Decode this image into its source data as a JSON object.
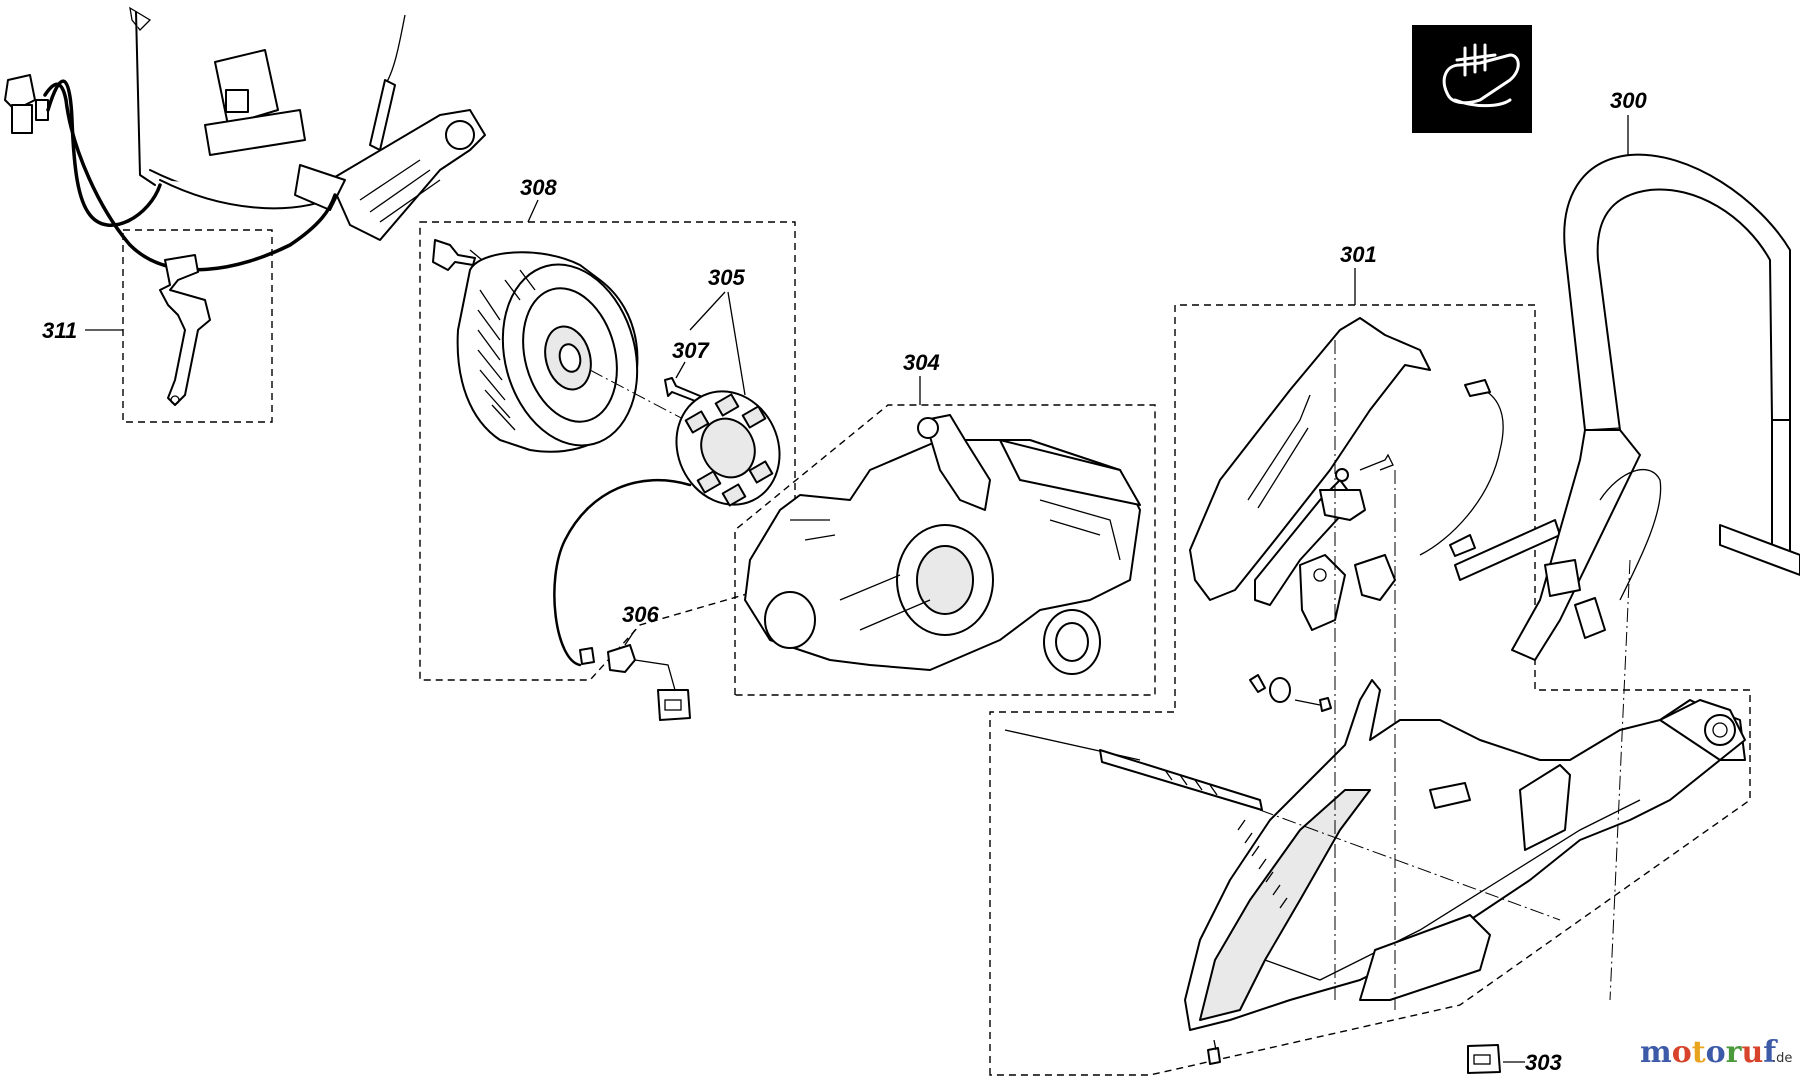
{
  "callouts": {
    "p300": "300",
    "p301": "301",
    "p303": "303",
    "p304": "304",
    "p305": "305",
    "p306": "306",
    "p307": "307",
    "p308": "308",
    "p311": "311"
  },
  "brand": {
    "letters": [
      "m",
      "o",
      "t",
      "o",
      "r",
      "u",
      "f"
    ],
    "letter_colors": [
      "#3d5aa8",
      "#d8442b",
      "#e8a41d",
      "#3d5aa8",
      "#4a9a3c",
      "#d8442b",
      "#3d5aa8"
    ],
    "tld": ".de"
  },
  "icon": {
    "name": "gloves-required-icon",
    "background": "#000000",
    "foreground": "#ffffff"
  }
}
